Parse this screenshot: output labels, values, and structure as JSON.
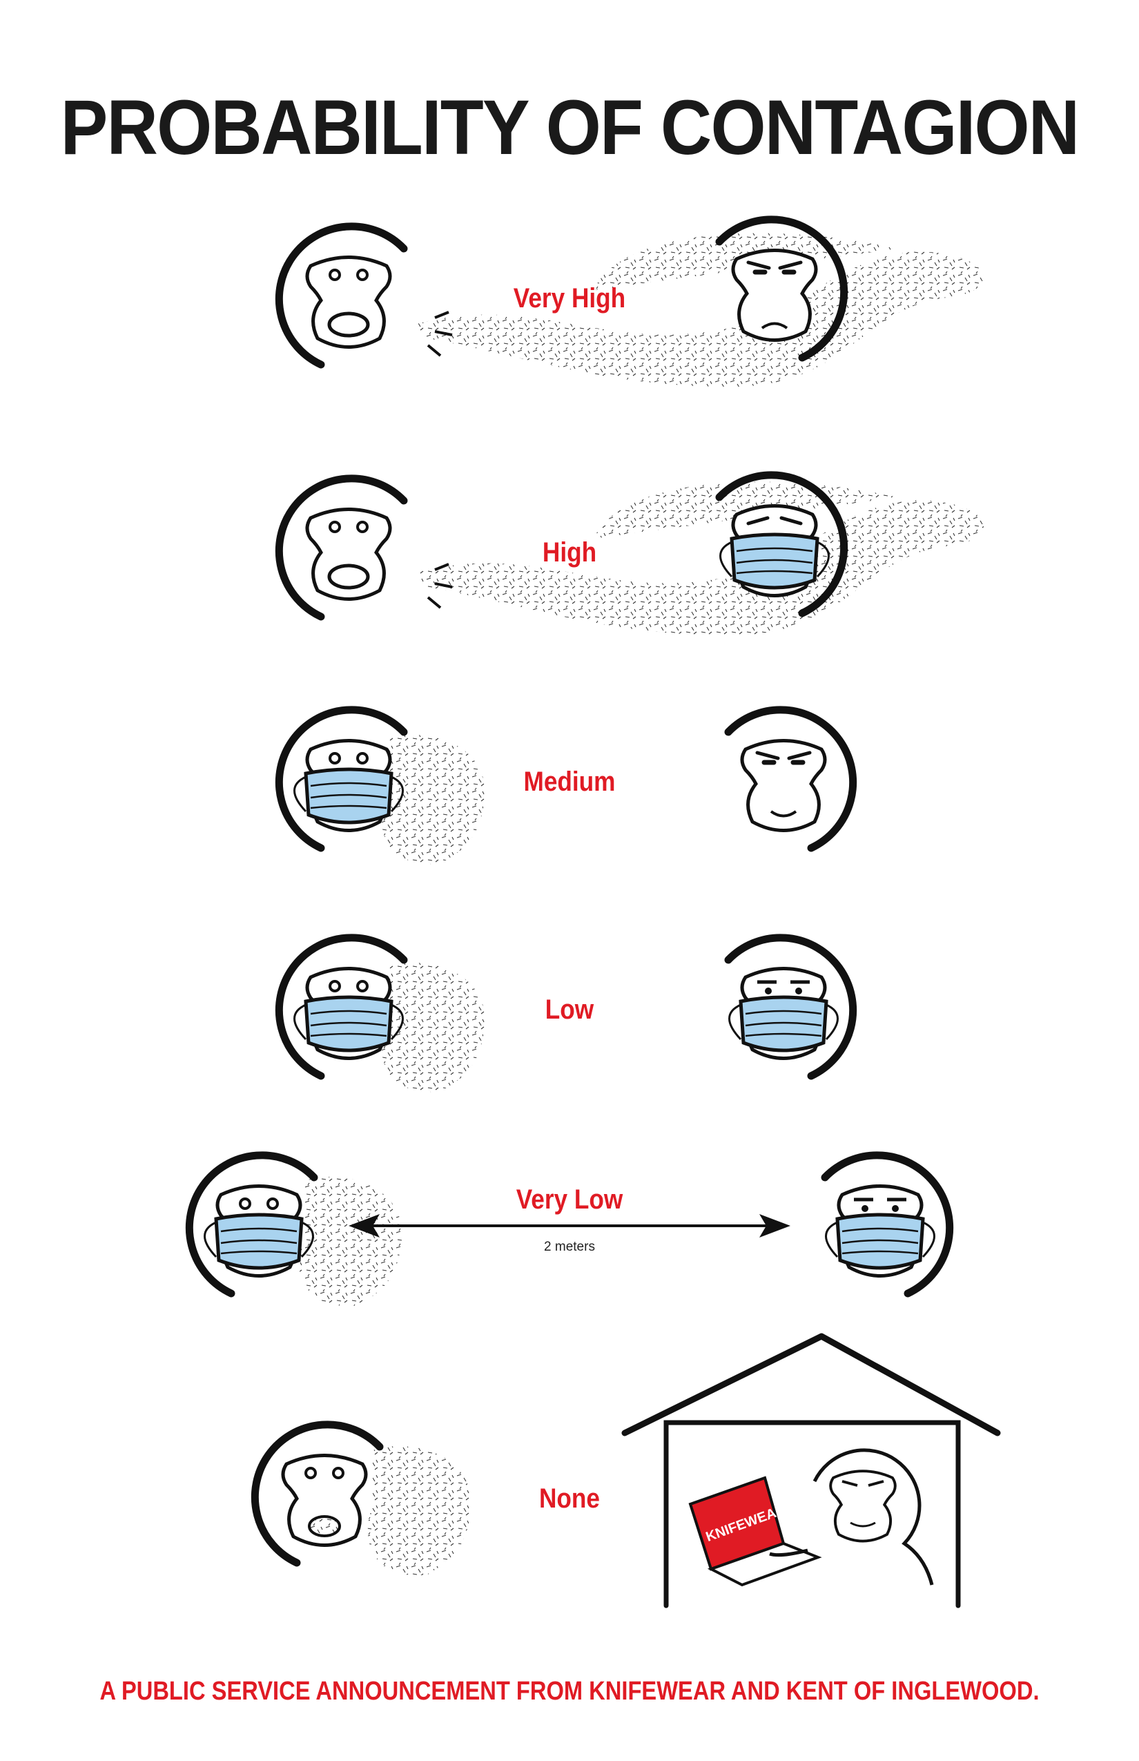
{
  "poster": {
    "title": "PROBABILITY OF CONTAGION",
    "rows": [
      {
        "level": "Very High",
        "left": "unmasked-talking",
        "right": "unmasked"
      },
      {
        "level": "High",
        "left": "unmasked-talking",
        "right": "masked"
      },
      {
        "level": "Medium",
        "left": "masked",
        "right": "unmasked"
      },
      {
        "level": "Low",
        "left": "masked",
        "right": "masked"
      },
      {
        "level": "Very Low",
        "left": "masked",
        "right": "masked",
        "distance": "2 meters"
      },
      {
        "level": "None",
        "left": "unmasked",
        "right": "at-home-laptop"
      }
    ],
    "laptop_logo": "KNIFEWEAR",
    "footer": "A PUBLIC SERVICE ANNOUNCEMENT FROM KNIFEWEAR AND KENT OF INGLEWOOD."
  },
  "colors": {
    "accent_red": "#e01b24",
    "mask_blue": "#a9d3ef",
    "ink": "#1a1a1a"
  },
  "icons": [
    "gorilla-face-icon",
    "face-mask-icon",
    "aerosol-cloud-icon",
    "double-arrow-icon",
    "house-icon",
    "laptop-icon"
  ]
}
